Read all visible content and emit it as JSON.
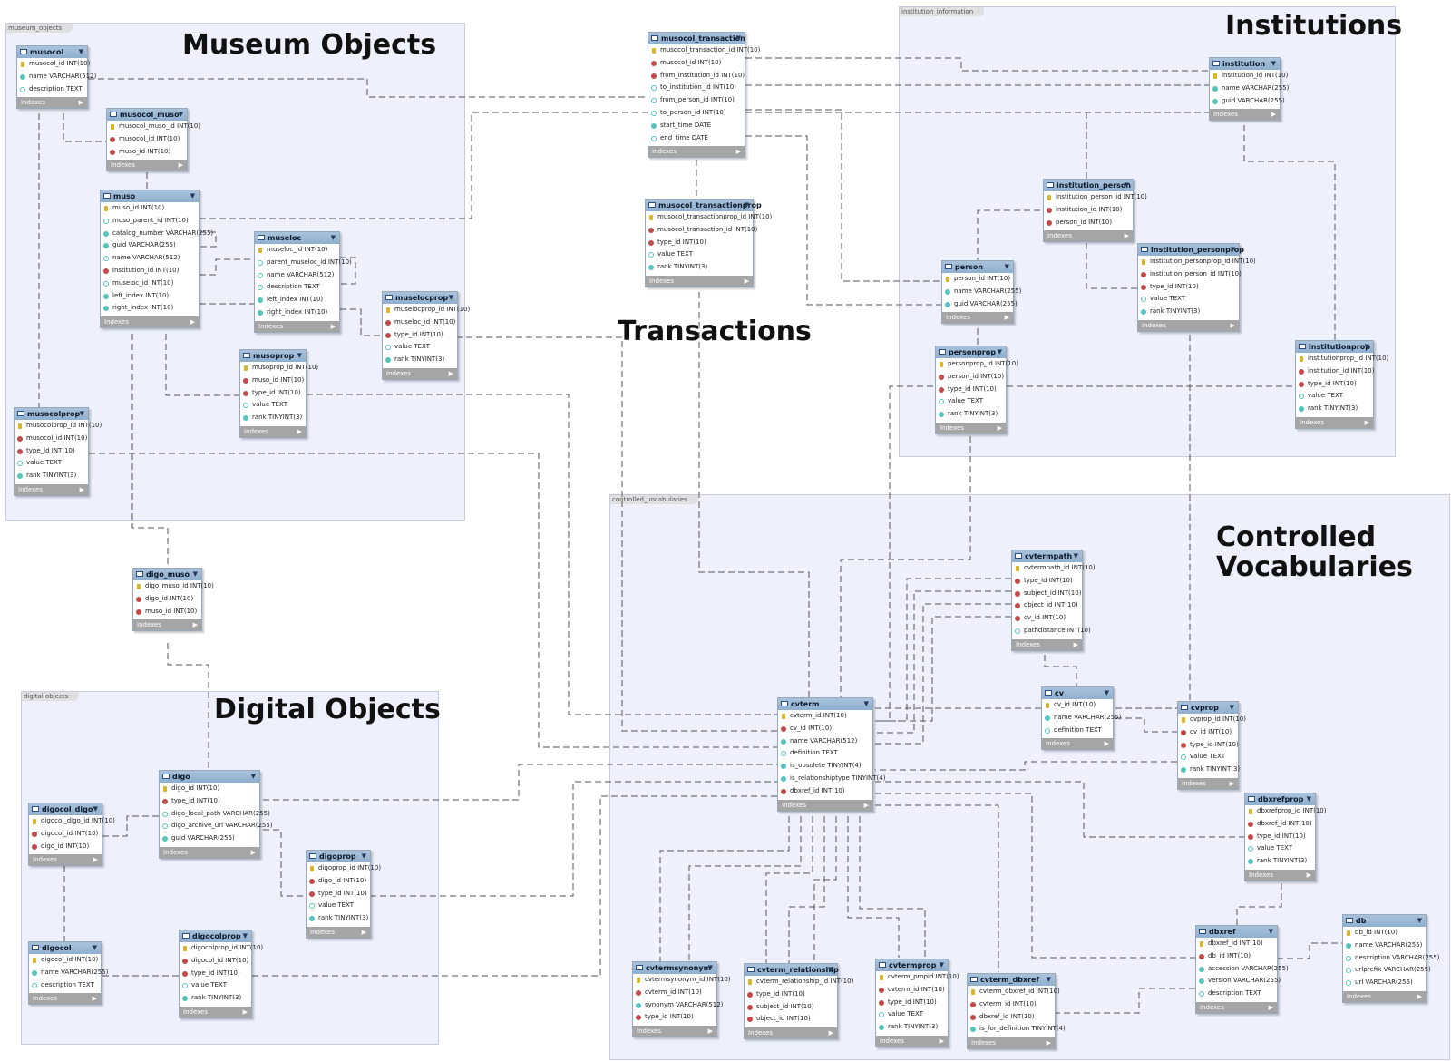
{
  "regions": {
    "museum": {
      "tag": "museum_objects",
      "title": "Museum Objects"
    },
    "institution": {
      "tag": "institution_information",
      "title": "Institutions"
    },
    "transactions": {
      "title": "Transactions"
    },
    "vocab": {
      "tag": "controlled_vocabularies",
      "title": "Controlled\nVocabularies"
    },
    "digital": {
      "tag": "digital objects",
      "title": "Digital Objects"
    }
  },
  "indexes_label": "Indexes",
  "entities": {
    "musocol": {
      "name": "musocol",
      "cols": [
        {
          "t": "musocol_id INT(10)",
          "k": "pk"
        },
        {
          "t": "name VARCHAR(512)",
          "k": "nn"
        },
        {
          "t": "description TEXT",
          "k": "nu"
        }
      ]
    },
    "musocol_muso": {
      "name": "musocol_muso",
      "cols": [
        {
          "t": "musocol_muso_id INT(10)",
          "k": "pk"
        },
        {
          "t": "musocol_id INT(10)",
          "k": "fk"
        },
        {
          "t": "muso_id INT(10)",
          "k": "fk"
        }
      ]
    },
    "muso": {
      "name": "muso",
      "cols": [
        {
          "t": "muso_id INT(10)",
          "k": "pk"
        },
        {
          "t": "muso_parent_id INT(10)",
          "k": "nu"
        },
        {
          "t": "catalog_number VARCHAR(255)",
          "k": "nn"
        },
        {
          "t": "guid VARCHAR(255)",
          "k": "nn"
        },
        {
          "t": "name VARCHAR(512)",
          "k": "nu"
        },
        {
          "t": "institution_id INT(10)",
          "k": "fk"
        },
        {
          "t": "museloc_id INT(10)",
          "k": "nu"
        },
        {
          "t": "left_index INT(10)",
          "k": "nn"
        },
        {
          "t": "right_index INT(10)",
          "k": "nn"
        }
      ]
    },
    "museloc": {
      "name": "museloc",
      "cols": [
        {
          "t": "museloc_id INT(10)",
          "k": "pk"
        },
        {
          "t": "parent_museloc_id INT(10)",
          "k": "nu"
        },
        {
          "t": "name VARCHAR(512)",
          "k": "nu"
        },
        {
          "t": "description TEXT",
          "k": "nu"
        },
        {
          "t": "left_index INT(10)",
          "k": "nn"
        },
        {
          "t": "right_index INT(10)",
          "k": "nn"
        }
      ]
    },
    "musoprop": {
      "name": "musoprop",
      "cols": [
        {
          "t": "musoprop_id INT(10)",
          "k": "pk"
        },
        {
          "t": "muso_id INT(10)",
          "k": "fk"
        },
        {
          "t": "type_id INT(10)",
          "k": "fk"
        },
        {
          "t": "value TEXT",
          "k": "nu"
        },
        {
          "t": "rank TINYINT(3)",
          "k": "nn"
        }
      ]
    },
    "muselocprop": {
      "name": "muselocprop",
      "cols": [
        {
          "t": "muselocprop_id INT(10)",
          "k": "pk"
        },
        {
          "t": "museloc_id INT(10)",
          "k": "fk"
        },
        {
          "t": "type_id INT(10)",
          "k": "fk"
        },
        {
          "t": "value TEXT",
          "k": "nu"
        },
        {
          "t": "rank TINYINT(3)",
          "k": "nn"
        }
      ]
    },
    "musocolprop": {
      "name": "musocolprop",
      "cols": [
        {
          "t": "musocolprop_id INT(10)",
          "k": "pk"
        },
        {
          "t": "musocol_id INT(10)",
          "k": "fk"
        },
        {
          "t": "type_id INT(10)",
          "k": "fk"
        },
        {
          "t": "value TEXT",
          "k": "nu"
        },
        {
          "t": "rank TINYINT(3)",
          "k": "nn"
        }
      ]
    },
    "digo_muso": {
      "name": "digo_muso",
      "cols": [
        {
          "t": "digo_muso_id INT(10)",
          "k": "pk"
        },
        {
          "t": "digo_id INT(10)",
          "k": "fk"
        },
        {
          "t": "muso_id INT(10)",
          "k": "fk"
        }
      ]
    },
    "musocol_transaction": {
      "name": "musocol_transaction",
      "cols": [
        {
          "t": "musocol_transaction_id INT(10)",
          "k": "pk"
        },
        {
          "t": "musocol_id INT(10)",
          "k": "fk"
        },
        {
          "t": "from_institution_id INT(10)",
          "k": "fk"
        },
        {
          "t": "to_institution_id INT(10)",
          "k": "nu"
        },
        {
          "t": "from_person_id INT(10)",
          "k": "nu"
        },
        {
          "t": "to_person_id INT(10)",
          "k": "nu"
        },
        {
          "t": "start_time DATE",
          "k": "nn"
        },
        {
          "t": "end_time DATE",
          "k": "nu"
        }
      ]
    },
    "musocol_transactionprop": {
      "name": "musocol_transactionprop",
      "cols": [
        {
          "t": "musocol_transactionprop_id INT(10)",
          "k": "pk"
        },
        {
          "t": "musocol_transaction_id INT(10)",
          "k": "fk"
        },
        {
          "t": "type_id INT(10)",
          "k": "fk"
        },
        {
          "t": "value TEXT",
          "k": "nu"
        },
        {
          "t": "rank TINYINT(3)",
          "k": "nn"
        }
      ]
    },
    "institution": {
      "name": "institution",
      "cols": [
        {
          "t": "institution_id INT(10)",
          "k": "pk"
        },
        {
          "t": "name VARCHAR(255)",
          "k": "nn"
        },
        {
          "t": "guid VARCHAR(255)",
          "k": "nn"
        }
      ]
    },
    "institution_person": {
      "name": "institution_person",
      "cols": [
        {
          "t": "institution_person_id INT(10)",
          "k": "pk"
        },
        {
          "t": "institution_id INT(10)",
          "k": "fk"
        },
        {
          "t": "person_id INT(10)",
          "k": "fk"
        }
      ]
    },
    "person": {
      "name": "person",
      "cols": [
        {
          "t": "person_id INT(10)",
          "k": "pk"
        },
        {
          "t": "name VARCHAR(255)",
          "k": "nn"
        },
        {
          "t": "guid VARCHAR(255)",
          "k": "nn"
        }
      ]
    },
    "personprop": {
      "name": "personprop",
      "cols": [
        {
          "t": "personprop_id INT(10)",
          "k": "pk"
        },
        {
          "t": "person_id INT(10)",
          "k": "fk"
        },
        {
          "t": "type_id INT(10)",
          "k": "fk"
        },
        {
          "t": "value TEXT",
          "k": "nu"
        },
        {
          "t": "rank TINYINT(3)",
          "k": "nn"
        }
      ]
    },
    "institution_personprop": {
      "name": "institution_personprop",
      "cols": [
        {
          "t": "institution_personprop_id INT(10)",
          "k": "pk"
        },
        {
          "t": "institution_person_id INT(10)",
          "k": "fk"
        },
        {
          "t": "type_id INT(10)",
          "k": "fk"
        },
        {
          "t": "value TEXT",
          "k": "nu"
        },
        {
          "t": "rank TINYINT(3)",
          "k": "nn"
        }
      ]
    },
    "institutionprop": {
      "name": "institutionprop",
      "cols": [
        {
          "t": "institutionprop_id INT(10)",
          "k": "pk"
        },
        {
          "t": "institution_id INT(10)",
          "k": "fk"
        },
        {
          "t": "type_id INT(10)",
          "k": "fk"
        },
        {
          "t": "value TEXT",
          "k": "nu"
        },
        {
          "t": "rank TINYINT(3)",
          "k": "nn"
        }
      ]
    },
    "cvtermpath": {
      "name": "cvtermpath",
      "cols": [
        {
          "t": "cvtermpath_id INT(10)",
          "k": "pk"
        },
        {
          "t": "type_id INT(10)",
          "k": "fk"
        },
        {
          "t": "subject_id INT(10)",
          "k": "fk"
        },
        {
          "t": "object_id INT(10)",
          "k": "fk"
        },
        {
          "t": "cv_id INT(10)",
          "k": "fk"
        },
        {
          "t": "pathdistance INT(10)",
          "k": "nu"
        }
      ]
    },
    "cvterm": {
      "name": "cvterm",
      "cols": [
        {
          "t": "cvterm_id INT(10)",
          "k": "pk"
        },
        {
          "t": "cv_id INT(10)",
          "k": "fk"
        },
        {
          "t": "name VARCHAR(512)",
          "k": "nn"
        },
        {
          "t": "definition TEXT",
          "k": "nu"
        },
        {
          "t": "is_obsolete TINYINT(4)",
          "k": "nn"
        },
        {
          "t": "is_relationshiptype TINYINT(4)",
          "k": "nn"
        },
        {
          "t": "dbxref_id INT(10)",
          "k": "fk"
        }
      ]
    },
    "cv": {
      "name": "cv",
      "cols": [
        {
          "t": "cv_id INT(10)",
          "k": "pk"
        },
        {
          "t": "name VARCHAR(255)",
          "k": "nn"
        },
        {
          "t": "definition TEXT",
          "k": "nu"
        }
      ]
    },
    "cvprop": {
      "name": "cvprop",
      "cols": [
        {
          "t": "cvprop_id INT(10)",
          "k": "pk"
        },
        {
          "t": "cv_id INT(10)",
          "k": "fk"
        },
        {
          "t": "type_id INT(10)",
          "k": "fk"
        },
        {
          "t": "value TEXT",
          "k": "nu"
        },
        {
          "t": "rank TINYINT(3)",
          "k": "nn"
        }
      ]
    },
    "dbxrefprop": {
      "name": "dbxrefprop",
      "cols": [
        {
          "t": "dbxrefprop_id INT(10)",
          "k": "pk"
        },
        {
          "t": "dbxref_id INT(10)",
          "k": "fk"
        },
        {
          "t": "type_id INT(10)",
          "k": "fk"
        },
        {
          "t": "value TEXT",
          "k": "nu"
        },
        {
          "t": "rank TINYINT(3)",
          "k": "nn"
        }
      ]
    },
    "dbxref": {
      "name": "dbxref",
      "cols": [
        {
          "t": "dbxref_id INT(10)",
          "k": "pk"
        },
        {
          "t": "db_id INT(10)",
          "k": "fk"
        },
        {
          "t": "accession VARCHAR(255)",
          "k": "nn"
        },
        {
          "t": "version VARCHAR(255)",
          "k": "nn"
        },
        {
          "t": "description TEXT",
          "k": "nu"
        }
      ]
    },
    "db": {
      "name": "db",
      "cols": [
        {
          "t": "db_id INT(10)",
          "k": "pk"
        },
        {
          "t": "name VARCHAR(255)",
          "k": "nn"
        },
        {
          "t": "description VARCHAR(255)",
          "k": "nu"
        },
        {
          "t": "urlprefix VARCHAR(255)",
          "k": "nu"
        },
        {
          "t": "url VARCHAR(255)",
          "k": "nu"
        }
      ]
    },
    "cvtermsynonym": {
      "name": "cvtermsynonym",
      "cols": [
        {
          "t": "cvtermsynonym_id INT(10)",
          "k": "pk"
        },
        {
          "t": "cvterm_id INT(10)",
          "k": "fk"
        },
        {
          "t": "synonym VARCHAR(512)",
          "k": "nn"
        },
        {
          "t": "type_id INT(10)",
          "k": "fk"
        }
      ]
    },
    "cvterm_relationship": {
      "name": "cvterm_relationship",
      "cols": [
        {
          "t": "cvterm_relationship_id INT(10)",
          "k": "pk"
        },
        {
          "t": "type_id INT(10)",
          "k": "fk"
        },
        {
          "t": "subject_id INT(10)",
          "k": "fk"
        },
        {
          "t": "object_id INT(10)",
          "k": "fk"
        }
      ]
    },
    "cvtermprop": {
      "name": "cvtermprop",
      "cols": [
        {
          "t": "cvterm_propid INT(10)",
          "k": "pk"
        },
        {
          "t": "cvterm_id INT(10)",
          "k": "fk"
        },
        {
          "t": "type_id INT(10)",
          "k": "fk"
        },
        {
          "t": "value TEXT",
          "k": "nu"
        },
        {
          "t": "rank TINYINT(3)",
          "k": "nn"
        }
      ]
    },
    "cvterm_dbxref": {
      "name": "cvterm_dbxref",
      "cols": [
        {
          "t": "cvterm_dbxref_id INT(10)",
          "k": "pk"
        },
        {
          "t": "cvterm_id INT(10)",
          "k": "fk"
        },
        {
          "t": "dbxref_id INT(10)",
          "k": "fk"
        },
        {
          "t": "is_for_definition TINYINT(4)",
          "k": "nn"
        }
      ]
    },
    "digo": {
      "name": "digo",
      "cols": [
        {
          "t": "digo_id INT(10)",
          "k": "pk"
        },
        {
          "t": "type_id INT(10)",
          "k": "fk"
        },
        {
          "t": "digo_local_path VARCHAR(255)",
          "k": "nu"
        },
        {
          "t": "digo_archive_uri VARCHAR(255)",
          "k": "nu"
        },
        {
          "t": "guid VARCHAR(255)",
          "k": "nn"
        }
      ]
    },
    "digocol_digo": {
      "name": "digocol_digo",
      "cols": [
        {
          "t": "digocol_digo_id INT(10)",
          "k": "pk"
        },
        {
          "t": "digocol_id INT(10)",
          "k": "fk"
        },
        {
          "t": "digo_id INT(10)",
          "k": "fk"
        }
      ]
    },
    "digoprop": {
      "name": "digoprop",
      "cols": [
        {
          "t": "digoprop_id INT(10)",
          "k": "pk"
        },
        {
          "t": "digo_id INT(10)",
          "k": "fk"
        },
        {
          "t": "type_id INT(10)",
          "k": "fk"
        },
        {
          "t": "value TEXT",
          "k": "nu"
        },
        {
          "t": "rank TINYINT(3)",
          "k": "nn"
        }
      ]
    },
    "digocol": {
      "name": "digocol",
      "cols": [
        {
          "t": "digocol_id INT(10)",
          "k": "pk"
        },
        {
          "t": "name VARCHAR(255)",
          "k": "nn"
        },
        {
          "t": "description TEXT",
          "k": "nu"
        }
      ]
    },
    "digocolprop": {
      "name": "digocolprop",
      "cols": [
        {
          "t": "digocolprop_id INT(10)",
          "k": "pk"
        },
        {
          "t": "digocol_id INT(10)",
          "k": "fk"
        },
        {
          "t": "type_id INT(10)",
          "k": "fk"
        },
        {
          "t": "value TEXT",
          "k": "nu"
        },
        {
          "t": "rank TINYINT(3)",
          "k": "nn"
        }
      ]
    }
  }
}
